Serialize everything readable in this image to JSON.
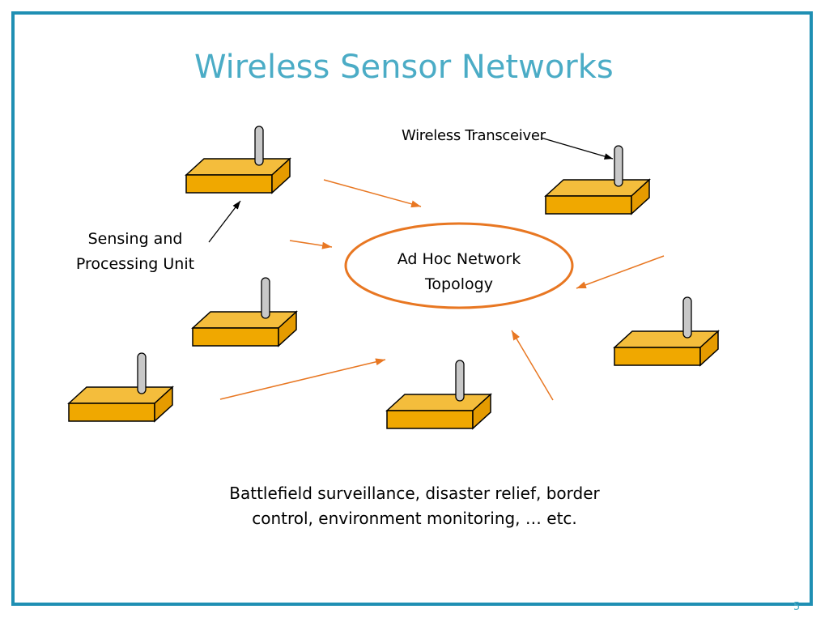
{
  "slide": {
    "title": "Wireless Sensor Networks",
    "page_number": "5"
  },
  "labels": {
    "wireless_transceiver": "Wireless Transceiver",
    "sensing_unit": [
      "Sensing and",
      "Processing Unit"
    ],
    "ad_hoc_topology": [
      "Ad Hoc Network",
      "Topology"
    ],
    "applications": [
      "Battlefield surveillance, disaster relief, border",
      "control, environment monitoring, … etc."
    ]
  },
  "colors": {
    "frame": "#1f8fb3",
    "title": "#4bacc6",
    "node_top": "#f4bd3c",
    "node_front": "#f0a800",
    "node_side": "#e59b00",
    "antenna": "#c8c8c8",
    "arrow_orange": "#e87722",
    "arrow_black": "#000000"
  }
}
